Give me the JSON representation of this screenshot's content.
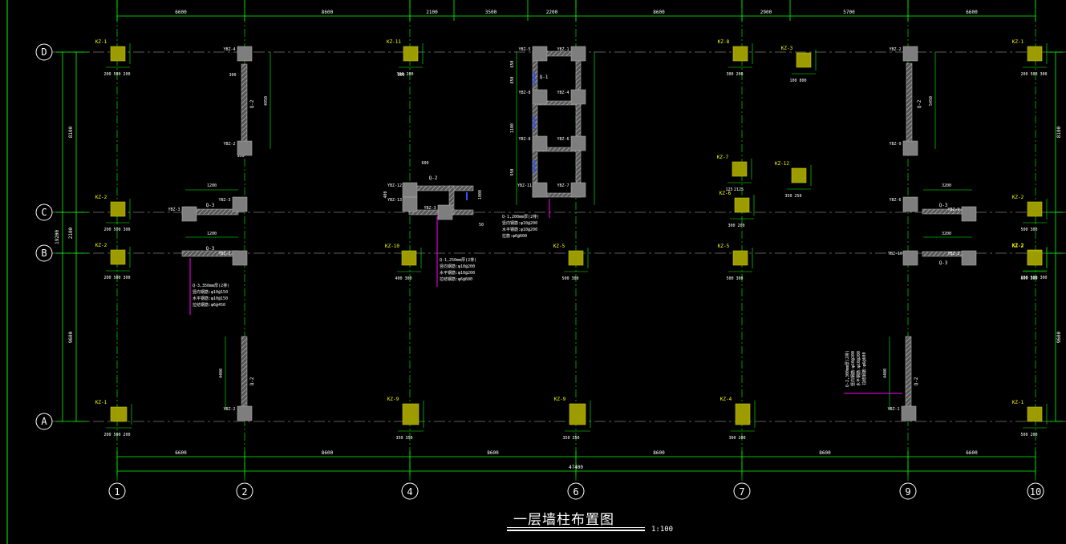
{
  "drawing": {
    "title": "一层墙柱布置图",
    "scale": "1:100",
    "colors": {
      "background": "#000000",
      "dimension": "#00ff00",
      "axis_line": "#7a7a7a",
      "wall": "#808080",
      "column_fill": "#9c9c00",
      "label": "#ffff00",
      "leader": "#ff00ff",
      "text": "#ffffff",
      "rebar": "#3050ff"
    }
  },
  "axes": {
    "vertical": [
      "1",
      "2",
      "4",
      "6",
      "7",
      "9",
      "10"
    ],
    "horizontal": [
      "D",
      "C",
      "B",
      "A"
    ]
  },
  "dimensions": {
    "top": [
      "6600",
      "8600",
      "2100",
      "3500",
      "2200",
      "8600",
      "2900",
      "5700",
      "6600"
    ],
    "bottom": [
      "6600",
      "8600",
      "8600",
      "8600",
      "8600",
      "6600"
    ],
    "total": "47400",
    "left_outer": [
      "8100",
      "2100",
      "9600"
    ],
    "left_total": "19200",
    "right": [
      "8100",
      "9600"
    ]
  },
  "columns": [
    {
      "label": "KZ-1",
      "dims": [
        "200",
        "500",
        "200"
      ]
    },
    {
      "label": "KZ-11",
      "dims": [
        "300",
        "200"
      ]
    },
    {
      "label": "KZ-8",
      "dims": [
        "300",
        "200"
      ]
    },
    {
      "label": "KZ-3",
      "dims": [
        "100",
        "800"
      ]
    },
    {
      "label": "KZ-1",
      "dims": [
        "200",
        "500",
        "300"
      ]
    },
    {
      "label": "KZ-2",
      "dims": [
        "200",
        "500",
        "300"
      ]
    },
    {
      "label": "KZ-2",
      "dims": [
        "200",
        "500",
        "300"
      ]
    },
    {
      "label": "KZ-6",
      "dims": [
        "300",
        "200"
      ]
    },
    {
      "label": "KZ-2",
      "dims": [
        "500",
        "300"
      ]
    },
    {
      "label": "KZ-2",
      "dims": [
        "200",
        "500",
        "300"
      ]
    },
    {
      "label": "KZ-10",
      "dims": [
        "400",
        "300"
      ]
    },
    {
      "label": "KZ-5",
      "dims": [
        "500",
        "300"
      ]
    },
    {
      "label": "KZ-5",
      "dims": [
        "500",
        "300"
      ]
    },
    {
      "label": "KZ-2",
      "dims": [
        "500",
        "300"
      ]
    },
    {
      "label": "KZ-1",
      "dims": [
        "200",
        "500",
        "200"
      ]
    },
    {
      "label": "KZ-9",
      "dims": [
        "350",
        "350"
      ]
    },
    {
      "label": "KZ-9",
      "dims": [
        "350",
        "350"
      ]
    },
    {
      "label": "KZ-4",
      "dims": [
        "300",
        "200"
      ]
    },
    {
      "label": "KZ-1",
      "dims": [
        "500",
        "200"
      ]
    },
    {
      "label": "KZ-7",
      "dims": [
        "125",
        "2125"
      ]
    },
    {
      "label": "KZ-12",
      "dims": [
        "350",
        "250"
      ]
    }
  ],
  "wall_columns": [
    "YBZ-4",
    "YBZ-2",
    "YBZ-5",
    "YBZ-1",
    "YBZ-8",
    "YBZ-4",
    "YBZ-8",
    "YBZ-6",
    "YBZ-11",
    "YBZ-7",
    "YBZ-2",
    "YBZ-9",
    "YBZ-3",
    "YBZ-3",
    "YBZ-2",
    "YBZ-6",
    "YBZ-10",
    "YBZ-12",
    "YBZ-13",
    "YBZ-3",
    "YBZ-9",
    "YBZ-3",
    "YBZ-2",
    "YBZ-1"
  ],
  "walls": [
    "Q-2",
    "Q-3",
    "Q-3",
    "Q-2",
    "Q-2",
    "Q-3",
    "Q-3",
    "Q-1",
    "Q-2",
    "Q-2"
  ],
  "wall_tables": [
    {
      "title": "Q-1,200mm厚(2排)",
      "lines": [
        "竖向钢筋:",
        "水平钢筋:",
        "拉筋:"
      ],
      "values": [
        "φ10@200",
        "φ10@200",
        "φ6@600"
      ]
    },
    {
      "title": "Q-1,250mm厚(2排)",
      "lines": [
        "竖向钢筋:",
        "水平钢筋:",
        "拉结钢筋:"
      ],
      "values": [
        "φ10@200",
        "φ10@200",
        "φ6@600"
      ]
    },
    {
      "title": "Q-3,350mm厚(2排)",
      "lines": [
        "竖向钢筋:",
        "水平钢筋:",
        "拉结钢筋:"
      ],
      "values": [
        "φ10@150",
        "φ10@150",
        "φ6@450"
      ]
    },
    {
      "title": "Q-2,300mm厚(2排)",
      "lines": [
        "竖向钢筋:",
        "水平钢筋:",
        "拉结钢筋:"
      ],
      "values": [
        "φ10@200",
        "φ10@200",
        "φ6@600"
      ]
    }
  ],
  "misc_dims": [
    "1200",
    "1200",
    "3200",
    "3200",
    "4950",
    "5450",
    "4400",
    "4400",
    "600",
    "400",
    "1000",
    "650",
    "850",
    "1100",
    "950",
    "150",
    "300",
    "100",
    "50"
  ]
}
